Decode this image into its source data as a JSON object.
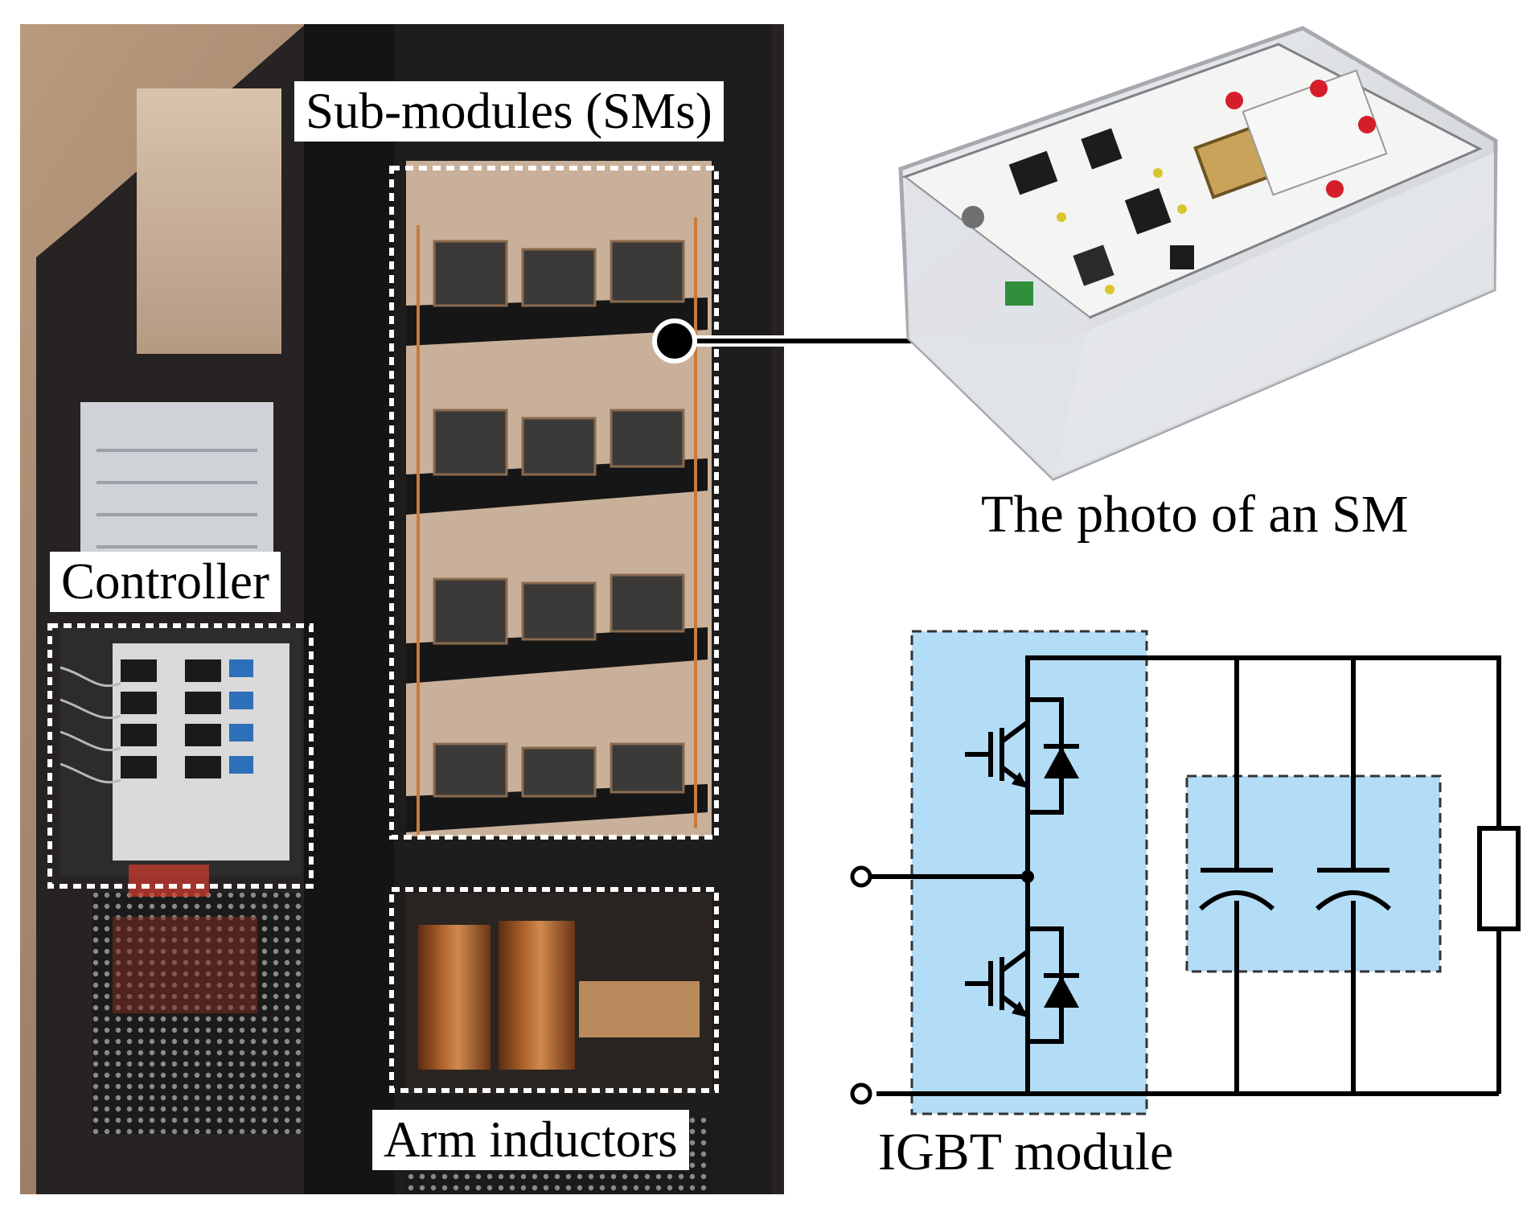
{
  "labels": {
    "submodules": "Sub-modules (SMs)",
    "controller": "Controller",
    "arm_inductors": "Arm inductors",
    "sm_photo": "The photo of an SM",
    "igbt_module": "IGBT module"
  },
  "photos": {
    "rack": "photo of the converter cabinet: a black rack holding the controller, stacked sub-modules and arm inductors",
    "sm": "photo of a single sub-module inside a clear acrylic enclosure with a populated circuit board"
  },
  "colors": {
    "highlight": "#b3dcf7",
    "line": "#000000",
    "callout_border": "#ffffff"
  }
}
